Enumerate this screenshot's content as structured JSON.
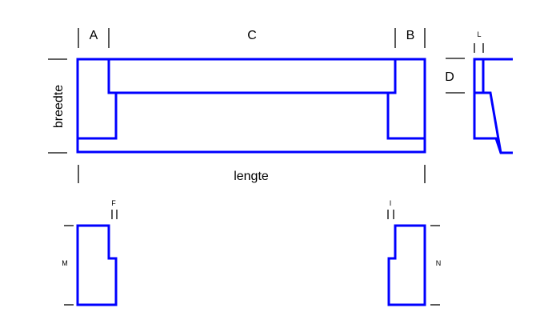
{
  "labels": {
    "a": "A",
    "b": "B",
    "c": "C",
    "d": "D",
    "l": "L",
    "f": "F",
    "i": "I",
    "m": "M",
    "n": "N",
    "breedte": "breedte",
    "lengte": "lengte"
  },
  "colors": {
    "outline": "#0000ff",
    "dimension": "#000000"
  }
}
